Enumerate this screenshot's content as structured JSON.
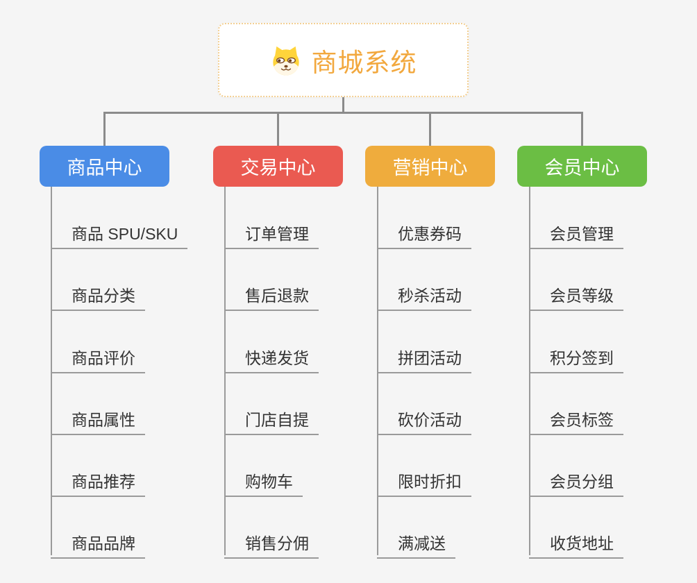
{
  "app": {
    "background_color": "#f5f5f5",
    "connector_color": "#8b8b8b",
    "leaf_line_color": "#9a9a9a",
    "leaf_text_color": "#333333"
  },
  "root": {
    "title": "商城系统",
    "icon": "dog-face-icon",
    "text_color": "#f2a83e",
    "border_color": "#f3cf92",
    "background": "#ffffff"
  },
  "branches": [
    {
      "label": "商品中心",
      "color": "#4a8ce6",
      "items": [
        "商品 SPU/SKU",
        "商品分类",
        "商品评价",
        "商品属性",
        "商品推荐",
        "商品品牌"
      ]
    },
    {
      "label": "交易中心",
      "color": "#ea5a51",
      "items": [
        "订单管理",
        "售后退款",
        "快递发货",
        "门店自提",
        "购物车",
        "销售分佣"
      ]
    },
    {
      "label": "营销中心",
      "color": "#efac3d",
      "items": [
        "优惠券码",
        "秒杀活动",
        "拼团活动",
        "砍价活动",
        "限时折扣",
        "满减送"
      ]
    },
    {
      "label": "会员中心",
      "color": "#6bbe44",
      "items": [
        "会员管理",
        "会员等级",
        "积分签到",
        "会员标签",
        "会员分组",
        "收货地址"
      ]
    }
  ]
}
